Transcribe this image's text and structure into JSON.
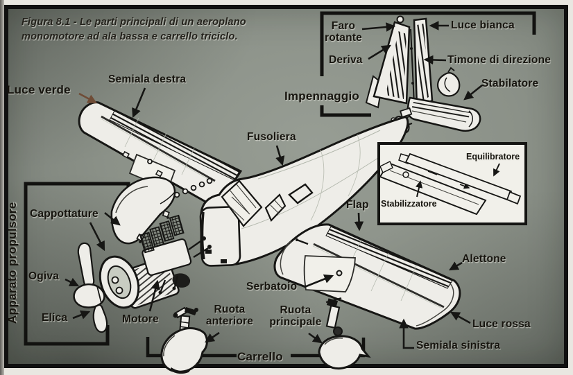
{
  "figure_caption": {
    "line1": "Figura 8.1 - Le parti principali di un aeroplano",
    "line2": "monomotore ad ala bassa e carrello triciclo."
  },
  "labels": {
    "luce_verde": "Luce verde",
    "semiala_destra": "Semiala destra",
    "fusoliera": "Fusoliera",
    "faro_rotante": "Faro rotante",
    "luce_bianca": "Luce bianca",
    "deriva": "Deriva",
    "timone_di_direzione": "Timone di direzione",
    "impennaggio": "Impennaggio",
    "stabilatore": "Stabilatore",
    "equilibratore": "Equilibratore",
    "stabilizzatore": "Stabilizzatore",
    "flap": "Flap",
    "alettone": "Alettone",
    "luce_rossa": "Luce rossa",
    "semiala_sinistra": "Semiala sinistra",
    "apparato_propulsore": "Apparato propulsore",
    "cappottature": "Cappottature",
    "ogiva": "Ogiva",
    "elica": "Elica",
    "motore": "Motore",
    "serbatoio": "Serbatoio",
    "ruota_anteriore": "Ruota anteriore",
    "ruota_principale": "Ruota principale",
    "carrello": "Carrello"
  },
  "colors": {
    "page_background": "#e9e7e1",
    "panel_background": "#8b9188",
    "panel_edge": "#6e746c",
    "frame": "#101010",
    "ink": "#17150f",
    "paper": "#eeede8",
    "accent_arrow_brown": "#6f4c36"
  }
}
